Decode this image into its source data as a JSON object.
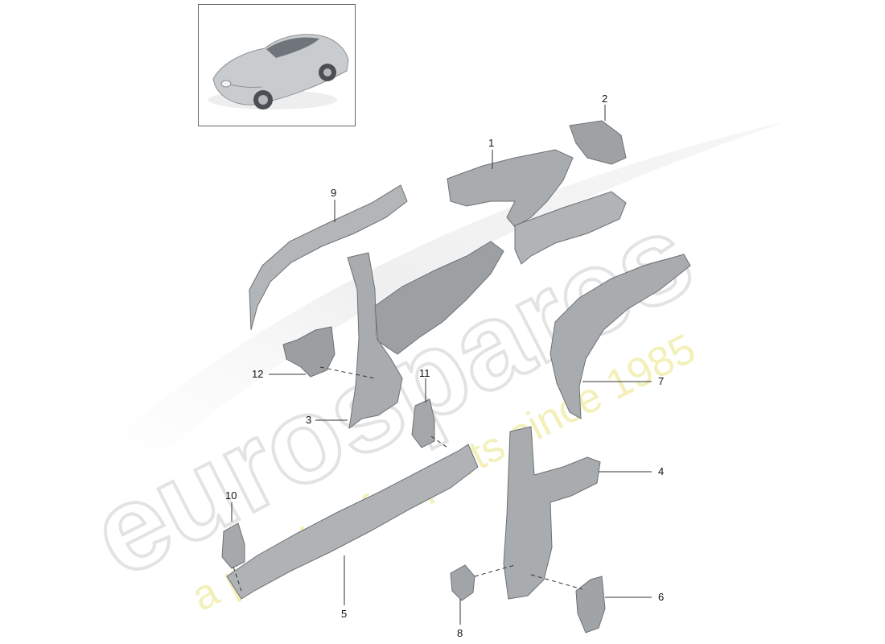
{
  "watermark": {
    "brand": "eurospares",
    "tagline": "a passion for parts since 1985",
    "brand_color": "#e6e6e6",
    "tagline_color": "#f3f0b8"
  },
  "thumbnail": {
    "icon": "car-icon"
  },
  "callouts": [
    {
      "id": "1",
      "label": "1"
    },
    {
      "id": "2",
      "label": "2"
    },
    {
      "id": "3",
      "label": "3"
    },
    {
      "id": "4",
      "label": "4"
    },
    {
      "id": "5",
      "label": "5"
    },
    {
      "id": "6",
      "label": "6"
    },
    {
      "id": "7",
      "label": "7"
    },
    {
      "id": "8",
      "label": "8"
    },
    {
      "id": "9",
      "label": "9"
    },
    {
      "id": "10",
      "label": "10"
    },
    {
      "id": "11",
      "label": "11"
    },
    {
      "id": "12",
      "label": "12"
    }
  ]
}
